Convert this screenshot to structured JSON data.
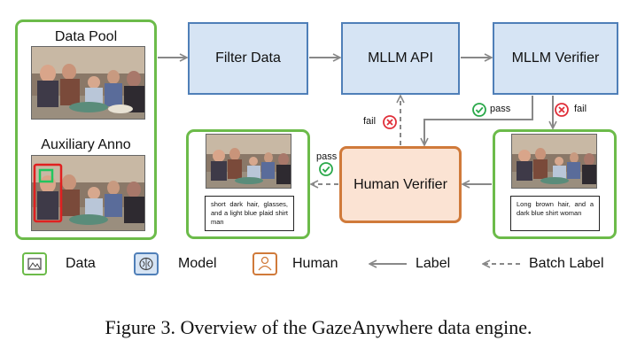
{
  "pool_title": "Data Pool",
  "aux_title": "Auxiliary Anno",
  "nodes": {
    "filter": "Filter Data",
    "mllm_api": "MLLM API",
    "mllm_verifier": "MLLM Verifier",
    "human_verifier": "Human Verifier"
  },
  "edge_labels": {
    "pass_top": "pass",
    "fail_right": "fail",
    "fail_left": "fail",
    "pass_left": "pass"
  },
  "captions": {
    "left": "short dark hair, glasses, and a light blue plaid shirt man",
    "right": "Long brown hair, and a dark blue shirt woman"
  },
  "legend": {
    "data": "Data",
    "model": "Model",
    "human": "Human",
    "label": "Label",
    "batch_label": "Batch Label"
  },
  "figure_caption": "Figure 3. Overview of the GazeAnywhere data engine.",
  "colors": {
    "green": "#6cbb4a",
    "blue_fill": "#d6e4f4",
    "blue_border": "#4f7fb8",
    "orange_fill": "#fbe3d3",
    "orange_border": "#d07a3a",
    "arrow": "#888888",
    "fail_red": "#e0303a",
    "pass_green": "#2aa84a"
  }
}
